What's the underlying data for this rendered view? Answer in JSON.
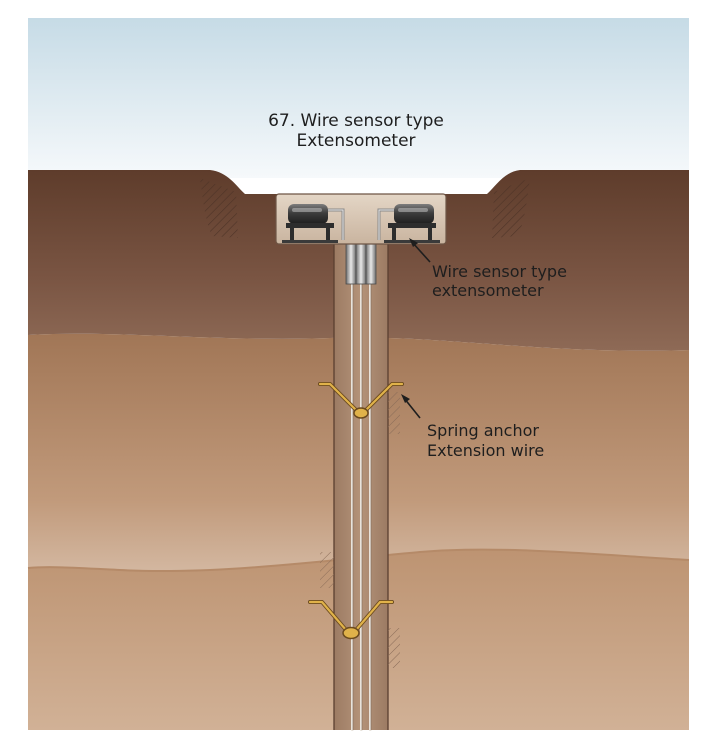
{
  "title": {
    "line1": "67. Wire sensor type",
    "line2": "Extensometer"
  },
  "labels": {
    "sensor": {
      "line1": "Wire sensor type",
      "line2": "extensometer"
    },
    "anchor": {
      "line1": "Spring anchor",
      "line2": "Extension wire"
    }
  },
  "colors": {
    "sky_top": "#c6dbe6",
    "sky_bottom": "#f6f9fb",
    "topsoil": "#6f4a37",
    "middle_soil": "#a77d5c",
    "lower_soil": "#c69e7c",
    "housing": "#d7c5b3",
    "anchor_gold": "#e0b24a"
  }
}
